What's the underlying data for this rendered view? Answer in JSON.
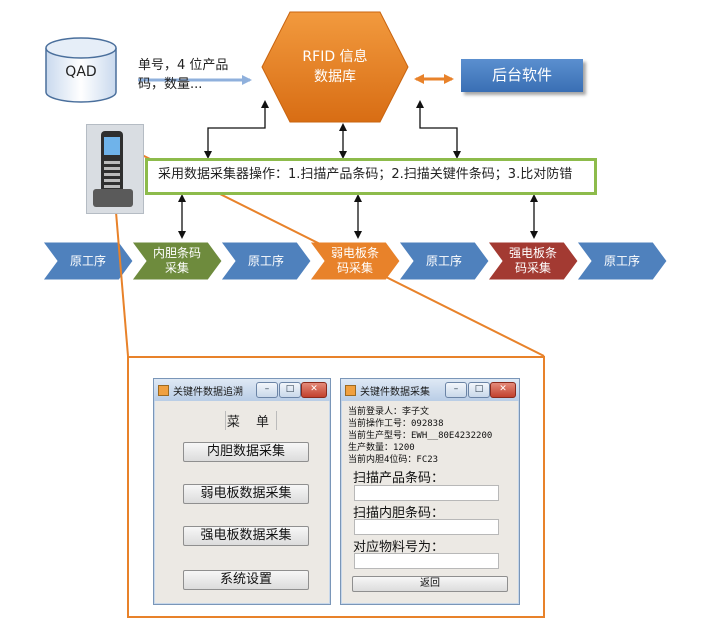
{
  "qad": {
    "label": "QAD",
    "note_line1": "单号，4 位产品",
    "note_line2": "码，数量..."
  },
  "rfid": {
    "line1": "RFID 信息",
    "line2": "数据库"
  },
  "backend": {
    "label": "后台软件"
  },
  "operations": {
    "text": "采用数据采集器操作：1.扫描产品条码；2.扫描关键件条码；3.比对防错"
  },
  "process": {
    "steps": [
      {
        "label": "原工序",
        "color": "#4f81bd"
      },
      {
        "label": "内胆条码采集",
        "line1": "内胆条码",
        "line2": "采集",
        "color": "#6e8b3d"
      },
      {
        "label": "原工序",
        "color": "#4f81bd"
      },
      {
        "label": "弱电板条码采集",
        "line1": "弱电板条",
        "line2": "码采集",
        "color": "#e8822a"
      },
      {
        "label": "原工序",
        "color": "#4f81bd"
      },
      {
        "label": "强电板条码采集",
        "line1": "强电板条",
        "line2": "码采集",
        "color": "#a33a32"
      },
      {
        "label": "原工序",
        "color": "#4f81bd"
      }
    ]
  },
  "colors": {
    "accent_orange": "#e8822a",
    "green_border": "#8dbb4b",
    "blue": "#4f81bd"
  },
  "window_left": {
    "title": "关键件数据追溯",
    "menu_title": "菜 单",
    "buttons": [
      "内胆数据采集",
      "弱电板数据采集",
      "强电板数据采集",
      "系统设置"
    ]
  },
  "window_right": {
    "title": "关键件数据采集",
    "info": [
      "当前登录人：李子文",
      "当前操作工号：092838",
      "当前生产型号：EWH__80E4232200",
      "生产数量：1200",
      "当前内胆4位码：FC23"
    ],
    "fields": [
      {
        "label": "扫描产品条码：",
        "value": ""
      },
      {
        "label": "扫描内胆条码：",
        "value": ""
      },
      {
        "label": "对应物料号为：",
        "value": ""
      }
    ],
    "button": "返回"
  }
}
